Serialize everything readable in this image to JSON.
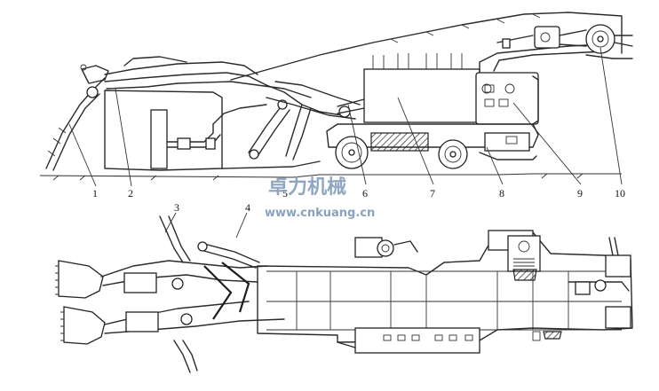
{
  "labels": {
    "n1": "1",
    "n2": "2",
    "n3": "3",
    "n4": "4",
    "n5": "5",
    "n6": "6",
    "n7": "7",
    "n8": "8",
    "n9": "9",
    "n10": "10"
  },
  "watermark": {
    "brand": "卓力机械",
    "url": "www.cnkuang.cn",
    "color": "#7d97b7"
  }
}
